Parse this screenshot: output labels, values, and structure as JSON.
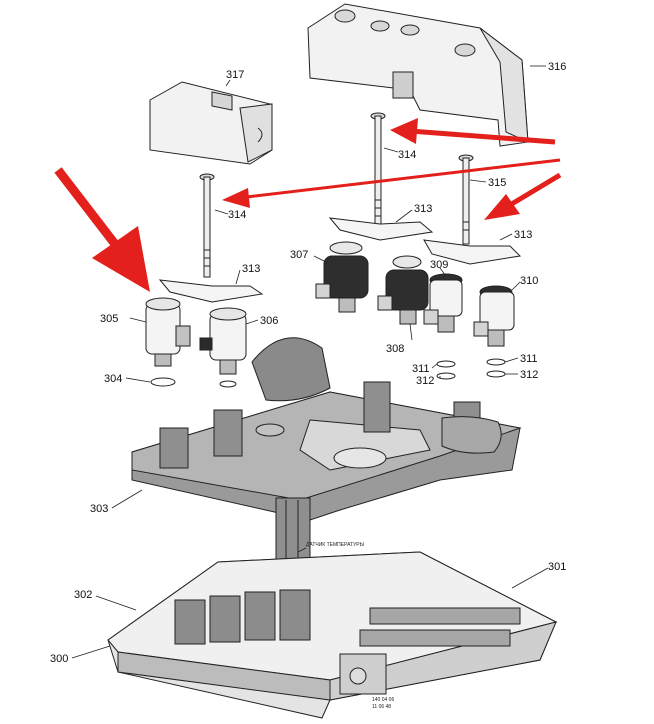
{
  "colors": {
    "arrow": "#e3201b",
    "light_part": "#f2f2f2",
    "mid_part": "#c8c8c8",
    "dark_part": "#5a5a5a",
    "black_part": "#2a2a2a"
  },
  "callouts": {
    "c300": "300",
    "c301": "301",
    "c302": "302",
    "c303": "303",
    "c304": "304",
    "c305": "305",
    "c306": "306",
    "c307": "307",
    "c308": "308",
    "c309": "309",
    "c310": "310",
    "c311a": "311",
    "c311b": "311",
    "c312a": "312",
    "c312b": "312",
    "c313a": "313",
    "c313b": "313",
    "c313c": "313",
    "c314a": "314",
    "c314b": "314",
    "c315": "315",
    "c316": "316",
    "c317": "317"
  },
  "labels": {
    "temp_sensor": "ДАТЧИК ТЕМПЕРАТУРЫ",
    "stamp_line1": "140 04 06",
    "stamp_line2": "11 06 48"
  }
}
